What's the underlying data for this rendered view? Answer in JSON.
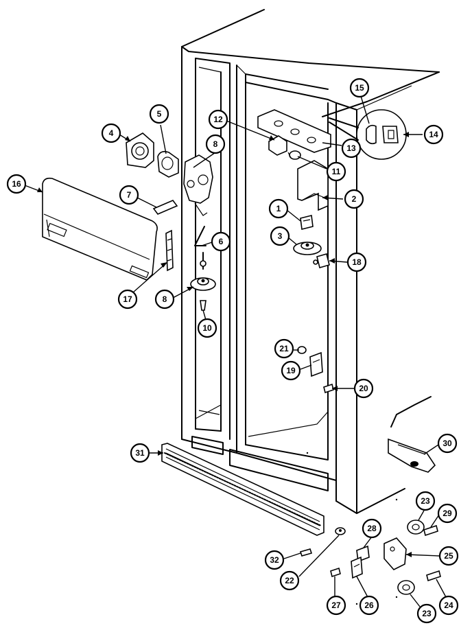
{
  "diagram": {
    "callouts": [
      {
        "id": "c1",
        "label": "1"
      },
      {
        "id": "c2",
        "label": "2"
      },
      {
        "id": "c3",
        "label": "3"
      },
      {
        "id": "c4",
        "label": "4"
      },
      {
        "id": "c5",
        "label": "5"
      },
      {
        "id": "c6",
        "label": "6"
      },
      {
        "id": "c7",
        "label": "7"
      },
      {
        "id": "c8a",
        "label": "8"
      },
      {
        "id": "c8b",
        "label": "8"
      },
      {
        "id": "c10",
        "label": "10"
      },
      {
        "id": "c11",
        "label": "11"
      },
      {
        "id": "c12",
        "label": "12"
      },
      {
        "id": "c13",
        "label": "13"
      },
      {
        "id": "c14",
        "label": "14"
      },
      {
        "id": "c15",
        "label": "15"
      },
      {
        "id": "c16",
        "label": "16"
      },
      {
        "id": "c17",
        "label": "17"
      },
      {
        "id": "c18",
        "label": "18"
      },
      {
        "id": "c19",
        "label": "19"
      },
      {
        "id": "c20",
        "label": "20"
      },
      {
        "id": "c21",
        "label": "21"
      },
      {
        "id": "c22",
        "label": "22"
      },
      {
        "id": "c23a",
        "label": "23"
      },
      {
        "id": "c23b",
        "label": "23"
      },
      {
        "id": "c24",
        "label": "24"
      },
      {
        "id": "c25",
        "label": "25"
      },
      {
        "id": "c26",
        "label": "26"
      },
      {
        "id": "c27",
        "label": "27"
      },
      {
        "id": "c28",
        "label": "28"
      },
      {
        "id": "c29",
        "label": "29"
      },
      {
        "id": "c30",
        "label": "30"
      },
      {
        "id": "c31",
        "label": "31"
      },
      {
        "id": "c32",
        "label": "32"
      }
    ]
  }
}
